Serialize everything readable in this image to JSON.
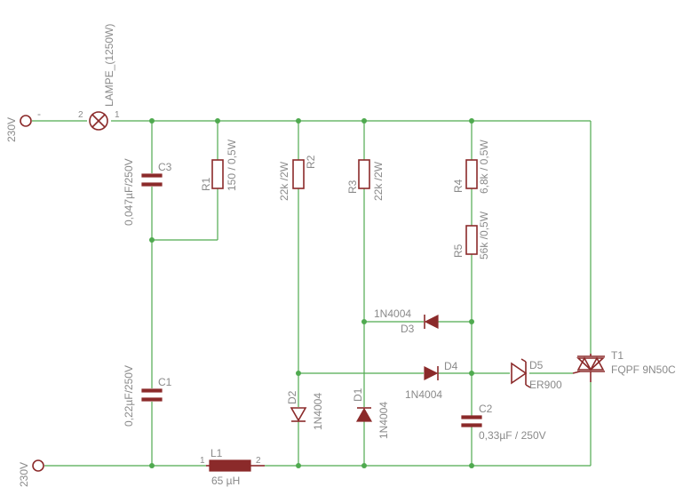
{
  "lamp": {
    "name": "LAMPE_(1250W)",
    "pin1": "1",
    "pin2": "2"
  },
  "terminals": {
    "top": "230V",
    "top_sign": "-",
    "bottom": "230V"
  },
  "c3": {
    "name": "C3",
    "value": "0,047µF/250V"
  },
  "r1": {
    "name": "R1",
    "value": "150 / 0,5W"
  },
  "r2": {
    "name": "R2",
    "value": "22k /2W"
  },
  "r3": {
    "name": "R3",
    "value": "22k /2W"
  },
  "r4": {
    "name": "R4",
    "value": "6,8k / 0,5W"
  },
  "r5": {
    "name": "R5",
    "value": "56k /0,5W"
  },
  "d3": {
    "name": "D3",
    "value": "1N4004"
  },
  "d4": {
    "name": "D4",
    "value": "1N4004"
  },
  "d5": {
    "name": "D5",
    "value": "ER900"
  },
  "c1": {
    "name": "C1",
    "value": "0,22µF/250V"
  },
  "d2": {
    "name": "D2",
    "value": "1N4004"
  },
  "d1": {
    "name": "D1",
    "value": "1N4004"
  },
  "c2": {
    "name": "C2",
    "value": "0,33µF / 250V"
  },
  "t1": {
    "name": "T1",
    "value": "FQPF 9N50C"
  },
  "l1": {
    "name": "L1",
    "value": "65 µH",
    "pin1": "1",
    "pin2": "2"
  }
}
